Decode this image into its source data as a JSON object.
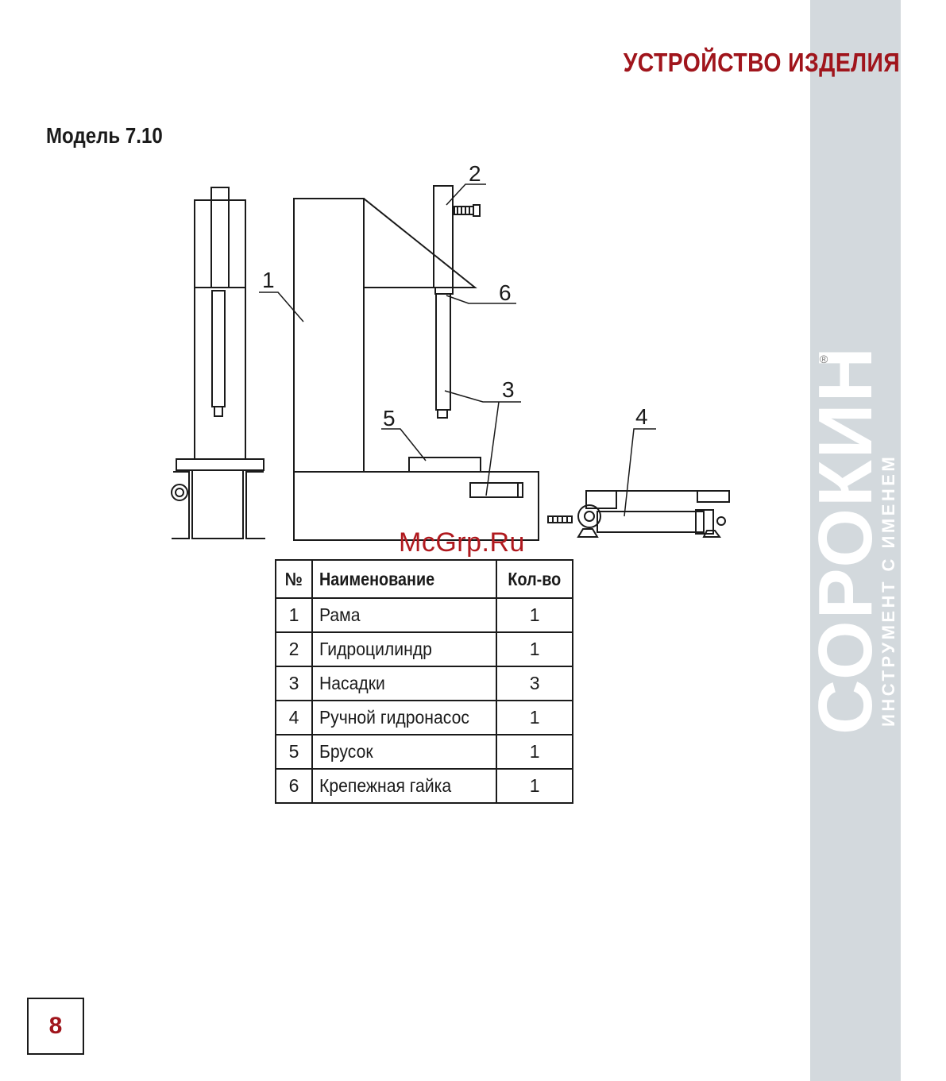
{
  "header": {
    "section_title": "УСТРОЙСТВО ИЗДЕЛИЯ"
  },
  "model": {
    "title": "Модель 7.10"
  },
  "brand": {
    "name": "СОРОКИН",
    "tagline": "ИНСТРУМЕНТ С ИМЕНЕМ",
    "registered_mark": "®",
    "band_color": "#d3d9dd"
  },
  "diagram": {
    "callouts": [
      "1",
      "2",
      "3",
      "4",
      "5",
      "6"
    ]
  },
  "watermark": "McGrp.Ru",
  "parts_table": {
    "headers": {
      "no": "№",
      "name": "Наименование",
      "qty": "Кол-во"
    },
    "rows": [
      {
        "no": "1",
        "name": "Рама",
        "qty": "1"
      },
      {
        "no": "2",
        "name": "Гидроцилиндр",
        "qty": "1"
      },
      {
        "no": "3",
        "name": "Насадки",
        "qty": "3"
      },
      {
        "no": "4",
        "name": "Ручной гидронасос",
        "qty": "1"
      },
      {
        "no": "5",
        "name": "Брусок",
        "qty": "1"
      },
      {
        "no": "6",
        "name": "Крепежная гайка",
        "qty": "1"
      }
    ]
  },
  "footer": {
    "page_number": "8"
  },
  "colors": {
    "accent": "#a0151c",
    "ink": "#1a1a1a"
  }
}
